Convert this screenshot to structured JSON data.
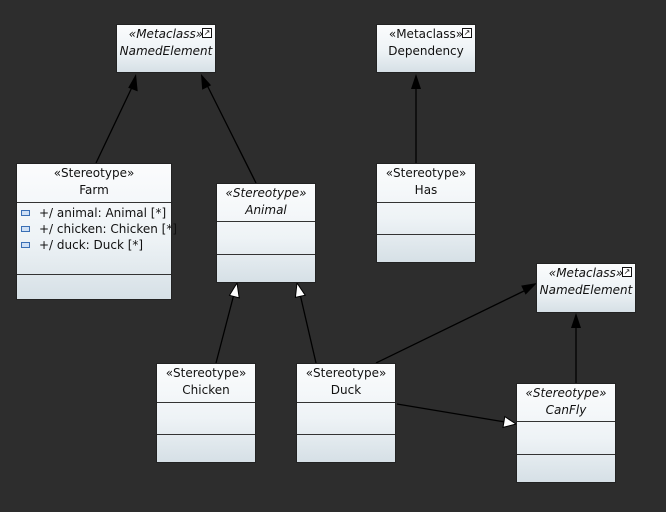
{
  "nodes": {
    "named_element_top": {
      "stereotype": "«Metaclass»",
      "name": "NamedElement",
      "nav_icon": "external-link-icon"
    },
    "dependency": {
      "stereotype": "«Metaclass»",
      "name": "Dependency",
      "nav_icon": "external-link-icon"
    },
    "farm": {
      "stereotype": "«Stereotype»",
      "name": "Farm",
      "attributes": [
        {
          "icon": "property-icon",
          "label": "+/ animal: Animal [*]"
        },
        {
          "icon": "property-icon",
          "label": "+/ chicken: Chicken [*]"
        },
        {
          "icon": "property-icon",
          "label": "+/ duck: Duck [*]"
        }
      ]
    },
    "animal": {
      "stereotype": "«Stereotype»",
      "name": "Animal"
    },
    "has": {
      "stereotype": "«Stereotype»",
      "name": "Has"
    },
    "named_element_right": {
      "stereotype": "«Metaclass»",
      "name": "NamedElement",
      "nav_icon": "external-link-icon"
    },
    "chicken": {
      "stereotype": "«Stereotype»",
      "name": "Chicken"
    },
    "duck": {
      "stereotype": "«Stereotype»",
      "name": "Duck"
    },
    "canfly": {
      "stereotype": "«Stereotype»",
      "name": "CanFly"
    }
  },
  "relations": [
    {
      "kind": "extension",
      "from": "farm",
      "to": "named_element_top"
    },
    {
      "kind": "extension",
      "from": "animal",
      "to": "named_element_top"
    },
    {
      "kind": "extension",
      "from": "has",
      "to": "dependency"
    },
    {
      "kind": "generalization",
      "from": "chicken",
      "to": "animal"
    },
    {
      "kind": "generalization",
      "from": "duck",
      "to": "animal"
    },
    {
      "kind": "extension",
      "from": "duck",
      "to": "named_element_right"
    },
    {
      "kind": "extension",
      "from": "canfly",
      "to": "named_element_right"
    },
    {
      "kind": "generalization",
      "from": "duck",
      "to": "canfly"
    }
  ],
  "colors": {
    "background": "#2d2d2d",
    "line": "#000000",
    "attribute_icon": "#3a6fb5"
  }
}
